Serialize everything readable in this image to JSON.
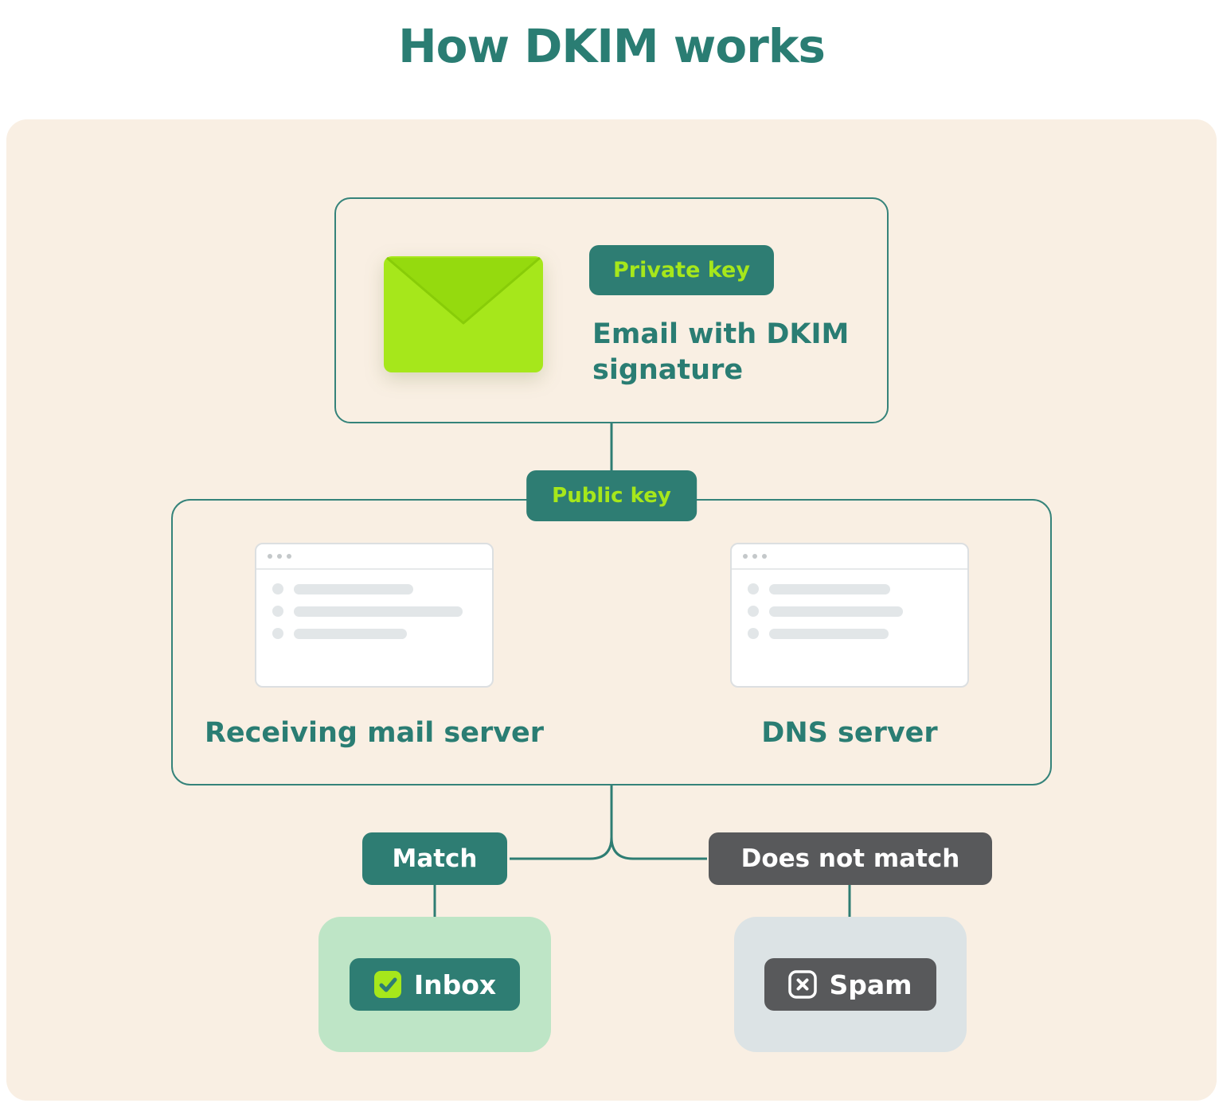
{
  "title": "How DKIM works",
  "email_node": {
    "badge": "Private key",
    "label": "Email with DKIM signature"
  },
  "public_key_badge": "Public key",
  "servers_node": {
    "receiving_label": "Receiving mail server",
    "dns_label": "DNS server"
  },
  "outcomes": {
    "match": "Match",
    "no_match": "Does not match",
    "inbox": "Inbox",
    "spam": "Spam"
  },
  "colors": {
    "teal": "#2E7D73",
    "lime": "#A6E71B",
    "cream": "#F9EFE3",
    "dark_gray": "#58595B",
    "light_green": "#BEE5C6",
    "light_gray": "#DCE3E5",
    "connector": "#2E7D73"
  }
}
